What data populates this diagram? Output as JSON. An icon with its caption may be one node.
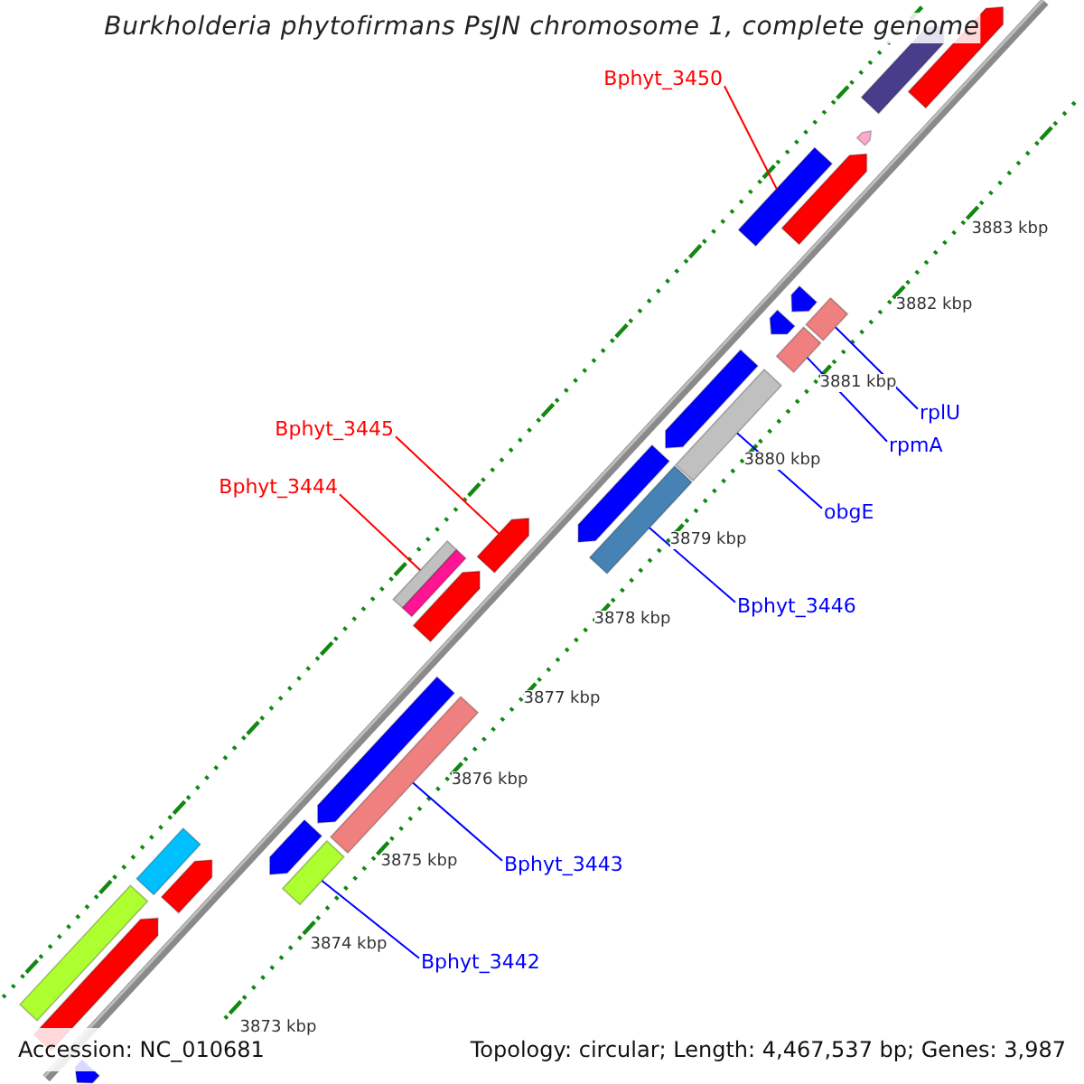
{
  "diagram": {
    "title": "Burkholderia phytofirmans PsJN chromosome 1, complete genome",
    "nodes": [
      {
        "text": [
          "Bphyt_3450"
        ]
      },
      {
        "text": [
          "rplU"
        ]
      },
      {
        "text": [
          "rpmA"
        ]
      },
      {
        "text": [
          "Bphyt_3445"
        ]
      },
      {
        "text": [
          "Bphyt_3444"
        ]
      },
      {
        "text": [
          "obgE"
        ]
      },
      {
        "text": [
          "Bphyt_3446"
        ]
      },
      {
        "text": [
          "Bphyt_3443"
        ]
      },
      {
        "text": [
          "Bphyt_3442"
        ]
      },
      {
        "text": [],
        "shape": "bar"
      },
      {
        "text": [],
        "shape": "bar"
      },
      {
        "text": [],
        "shape": "bar"
      },
      {
        "text": [],
        "shape": "bar"
      },
      {
        "text": [],
        "shape": "bar"
      },
      {
        "text": [],
        "shape": "bar"
      },
      {
        "text": [],
        "shape": "bar"
      },
      {
        "text": [],
        "shape": "bar"
      },
      {
        "text": [],
        "shape": "bar"
      },
      {
        "text": [],
        "shape": "bar"
      },
      {
        "text": [],
        "shape": "bar"
      },
      {
        "text": [],
        "shape": "bar"
      },
      {
        "text": [],
        "shape": "bar"
      },
      {
        "text": [],
        "shape": "bar"
      },
      {
        "text": [],
        "shape": "bar"
      },
      {
        "text": [],
        "shape": "bar"
      },
      {
        "text": [],
        "shape": "bar"
      },
      {
        "text": [],
        "shape": "bar"
      },
      {
        "text": [],
        "shape": "bar"
      },
      {
        "text": [],
        "shape": "bar"
      },
      {
        "text": [],
        "shape": "bar"
      },
      {
        "text": [],
        "shape": "bar"
      },
      {
        "text": [],
        "shape": "bar"
      },
      {
        "text": [],
        "shape": "bar"
      },
      {
        "text": [],
        "shape": "bar"
      }
    ],
    "edges": [
      {
        "from": 0,
        "to": 9,
        "arrow": "none",
        "color": "#ff0000"
      },
      {
        "from": 1,
        "to": 10,
        "arrow": "none"
      },
      {
        "from": 2,
        "to": 11,
        "arrow": "none"
      },
      {
        "from": 3,
        "to": 12,
        "arrow": "none",
        "color": "#ff0000"
      },
      {
        "from": 4,
        "to": 13,
        "arrow": "none",
        "color": "#ff0000"
      },
      {
        "from": 5,
        "to": 14,
        "arrow": "none"
      },
      {
        "from": 6,
        "to": 15,
        "arrow": "none"
      },
      {
        "from": 7,
        "to": 16,
        "arrow": "none"
      },
      {
        "from": 8,
        "to": 17,
        "arrow": "none"
      }
    ],
    "labels": [
      "3883 kbp",
      "3882 kbp",
      "3881 kbp",
      "3880 kbp",
      "3879 kbp",
      "3878 kbp",
      "3877 kbp",
      "3876 kbp",
      "3875 kbp",
      "3874 kbp",
      "3873 kbp",
      "Accession: NC_010681",
      "Topology: circular; Length: 4,467,537 bp; Genes: 3,987"
    ]
  }
}
